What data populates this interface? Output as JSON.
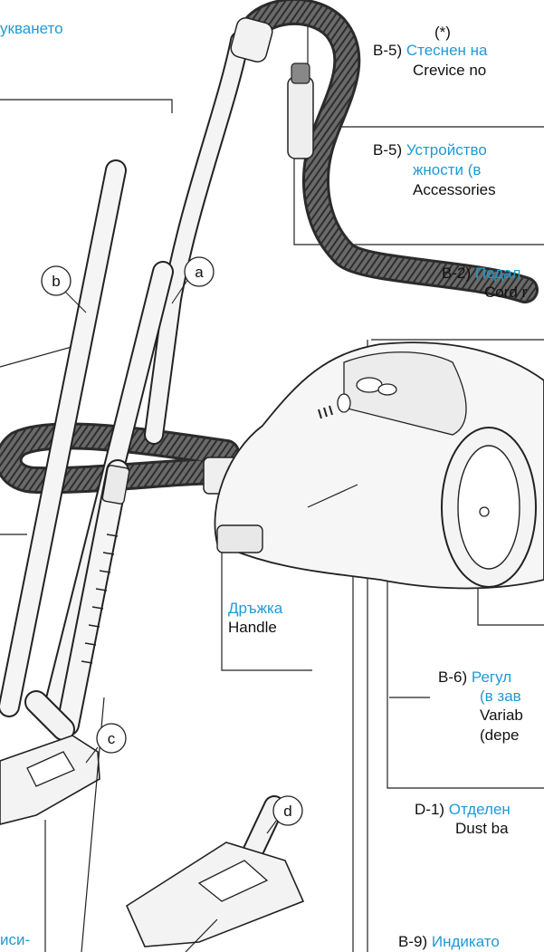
{
  "labels": {
    "top_left_bg": "укването",
    "asterisk": "(*)",
    "crevice": {
      "code": "B-5)",
      "bg": "Стеснен на",
      "en": "Crevice no"
    },
    "accessories": {
      "code": "B-5)",
      "bg_line1": "Устройство",
      "bg_line2": "жности (в",
      "en": "Accessories"
    },
    "cord": {
      "code": "B-2)",
      "bg": "Педал",
      "en": "Cord r"
    },
    "handle": {
      "bg": "Дръжка",
      "en": "Handle"
    },
    "variable": {
      "code": "B-6)",
      "bg_line1": "Регул",
      "bg_line2": "(в зав",
      "en_line1": "Variab",
      "en_line2": "(depe"
    },
    "dustbag": {
      "code": "D-1)",
      "bg": "Отделен",
      "en": "Dust ba"
    },
    "indicator": {
      "code": "B-9)",
      "bg": "Индикато"
    },
    "bottom_left_bg": "иси-"
  },
  "callouts": {
    "a": "a",
    "b": "b",
    "c": "c",
    "d": "d"
  },
  "colors": {
    "accent": "#1f9ad6",
    "line": "#222222",
    "ink": "#111111"
  }
}
